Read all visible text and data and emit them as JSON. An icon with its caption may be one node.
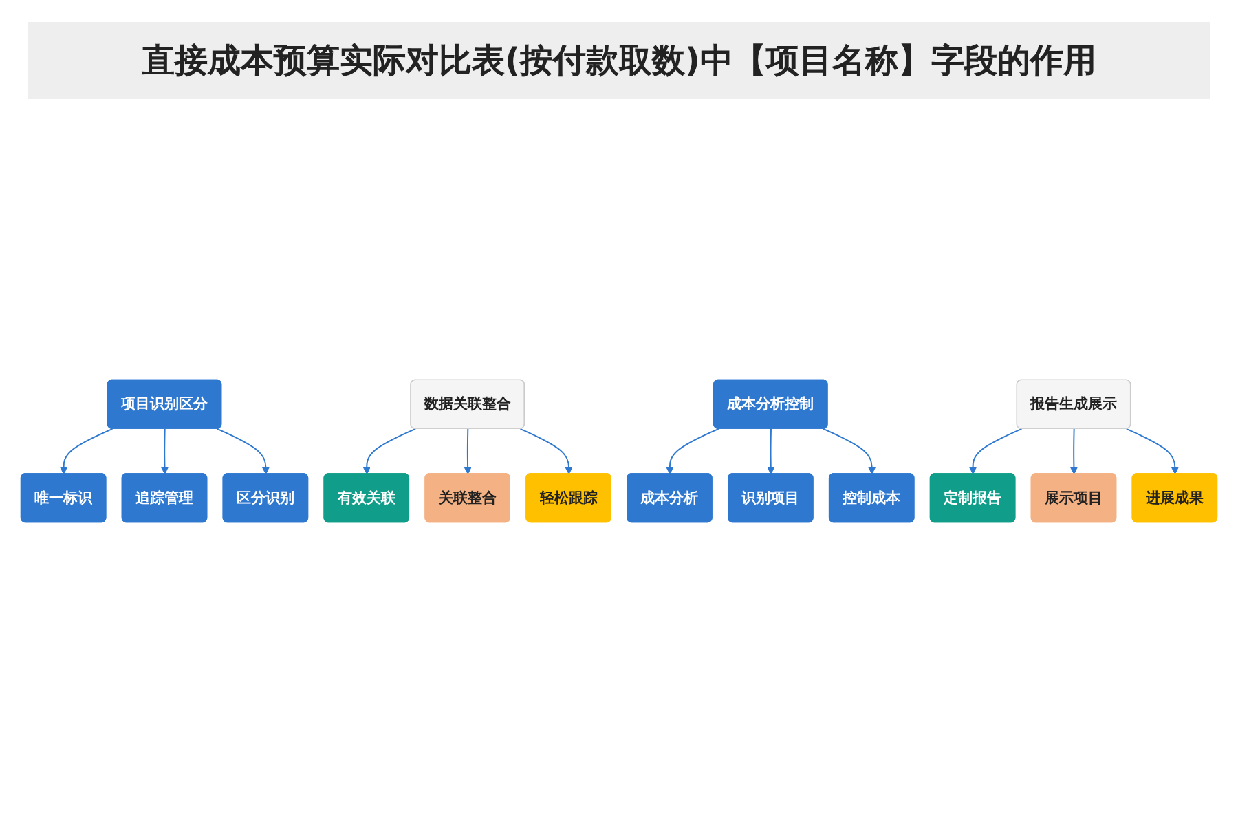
{
  "diagram": {
    "title": "直接成本预算实际对比表(按付款取数)中【项目名称】字段的作用",
    "nodes": [
      {
        "text": [
          "项目识别区分"
        ]
      },
      {
        "text": [
          "唯一标识"
        ]
      },
      {
        "text": [
          "追踪管理"
        ]
      },
      {
        "text": [
          "区分识别"
        ]
      },
      {
        "text": [
          "数据关联整合"
        ]
      },
      {
        "text": [
          "有效关联"
        ]
      },
      {
        "text": [
          "关联整合"
        ]
      },
      {
        "text": [
          "轻松跟踪"
        ]
      },
      {
        "text": [
          "成本分析控制"
        ]
      },
      {
        "text": [
          "成本分析"
        ]
      },
      {
        "text": [
          "识别项目"
        ]
      },
      {
        "text": [
          "控制成本"
        ]
      },
      {
        "text": [
          "报告生成展示"
        ]
      },
      {
        "text": [
          "定制报告"
        ]
      },
      {
        "text": [
          "展示项目"
        ]
      },
      {
        "text": [
          "进展成果"
        ]
      }
    ],
    "edges": [
      {
        "from": 0,
        "to": 1,
        "arrow": "to"
      },
      {
        "from": 0,
        "to": 2,
        "arrow": "to"
      },
      {
        "from": 0,
        "to": 3,
        "arrow": "to"
      },
      {
        "from": 4,
        "to": 5,
        "arrow": "to"
      },
      {
        "from": 4,
        "to": 6,
        "arrow": "to"
      },
      {
        "from": 4,
        "to": 7,
        "arrow": "to"
      },
      {
        "from": 8,
        "to": 9,
        "arrow": "to"
      },
      {
        "from": 8,
        "to": 10,
        "arrow": "to"
      },
      {
        "from": 8,
        "to": 11,
        "arrow": "to"
      },
      {
        "from": 12,
        "to": 13,
        "arrow": "to"
      },
      {
        "from": 12,
        "to": 14,
        "arrow": "to"
      },
      {
        "from": 12,
        "to": 15,
        "arrow": "to"
      }
    ]
  }
}
